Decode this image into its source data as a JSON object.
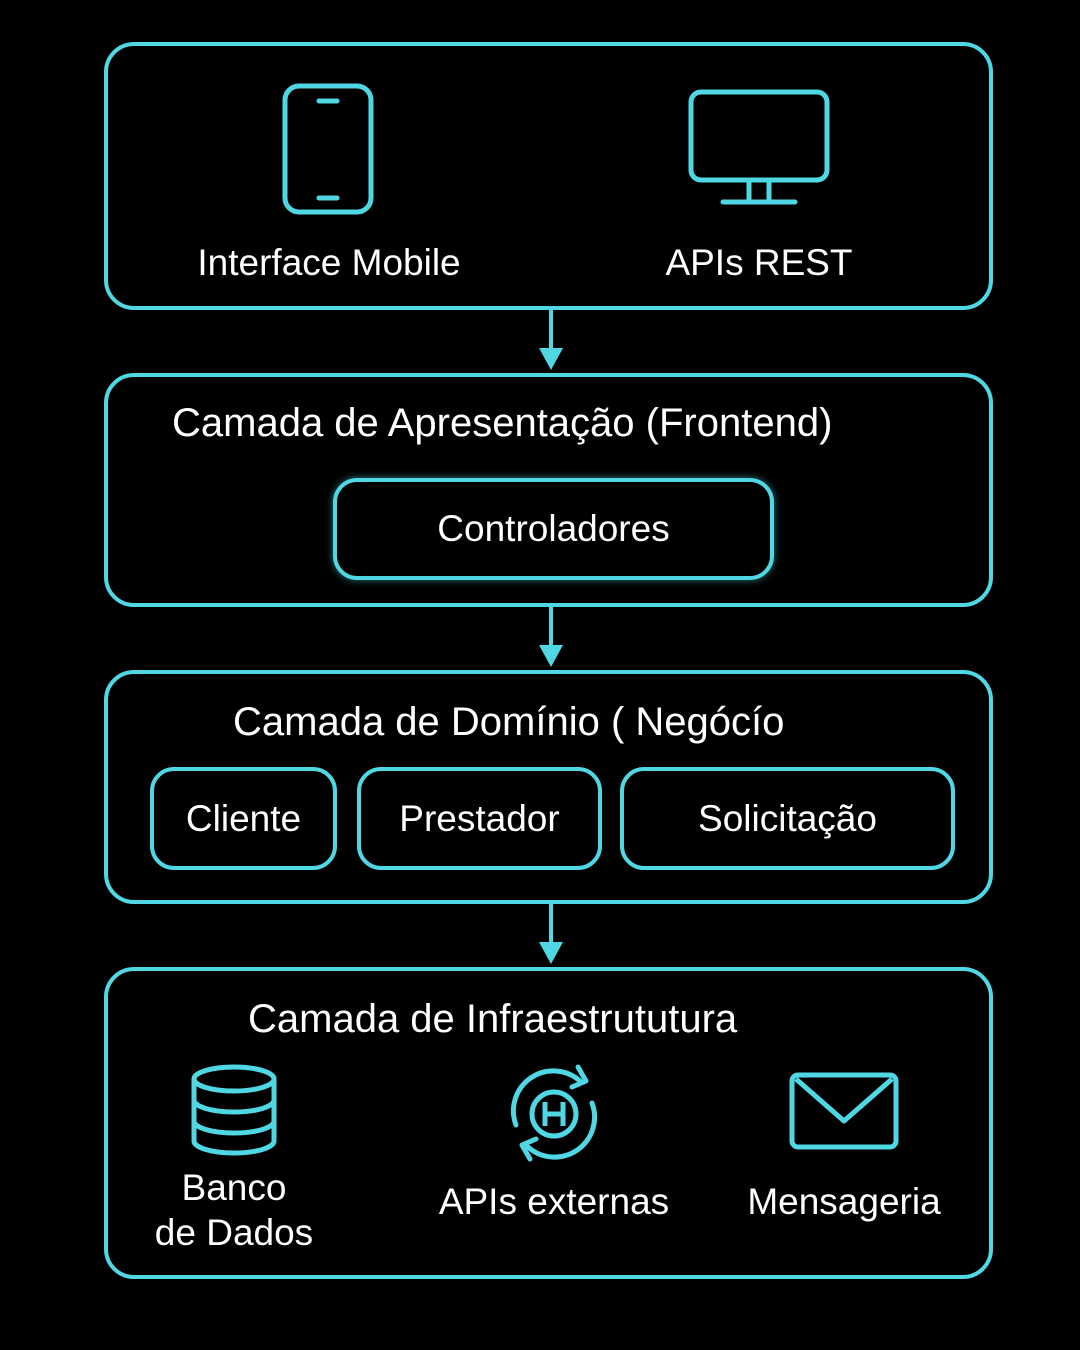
{
  "colors": {
    "background": "#000000",
    "accent": "#4fd8e4",
    "text": "#ffffff"
  },
  "clients": {
    "items": [
      {
        "label": "Interface Mobile",
        "icon": "smartphone-icon"
      },
      {
        "label": "APIs REST",
        "icon": "monitor-icon"
      }
    ]
  },
  "presentation": {
    "title": "Camada de Apresentação (Frontend)",
    "controllers_label": "Controladores"
  },
  "domain": {
    "title": "Camada de Domínio ( Negócío",
    "entities": [
      "Cliente",
      "Prestador",
      "Solicitação"
    ]
  },
  "infrastructure": {
    "title": "Camada de Infraestrututura",
    "items": [
      {
        "label_line1": "Banco",
        "label_line2": "de Dados",
        "icon": "database-icon"
      },
      {
        "label": "APIs externas",
        "icon": "api-sync-icon"
      },
      {
        "label": "Mensageria",
        "icon": "envelope-icon"
      }
    ]
  }
}
